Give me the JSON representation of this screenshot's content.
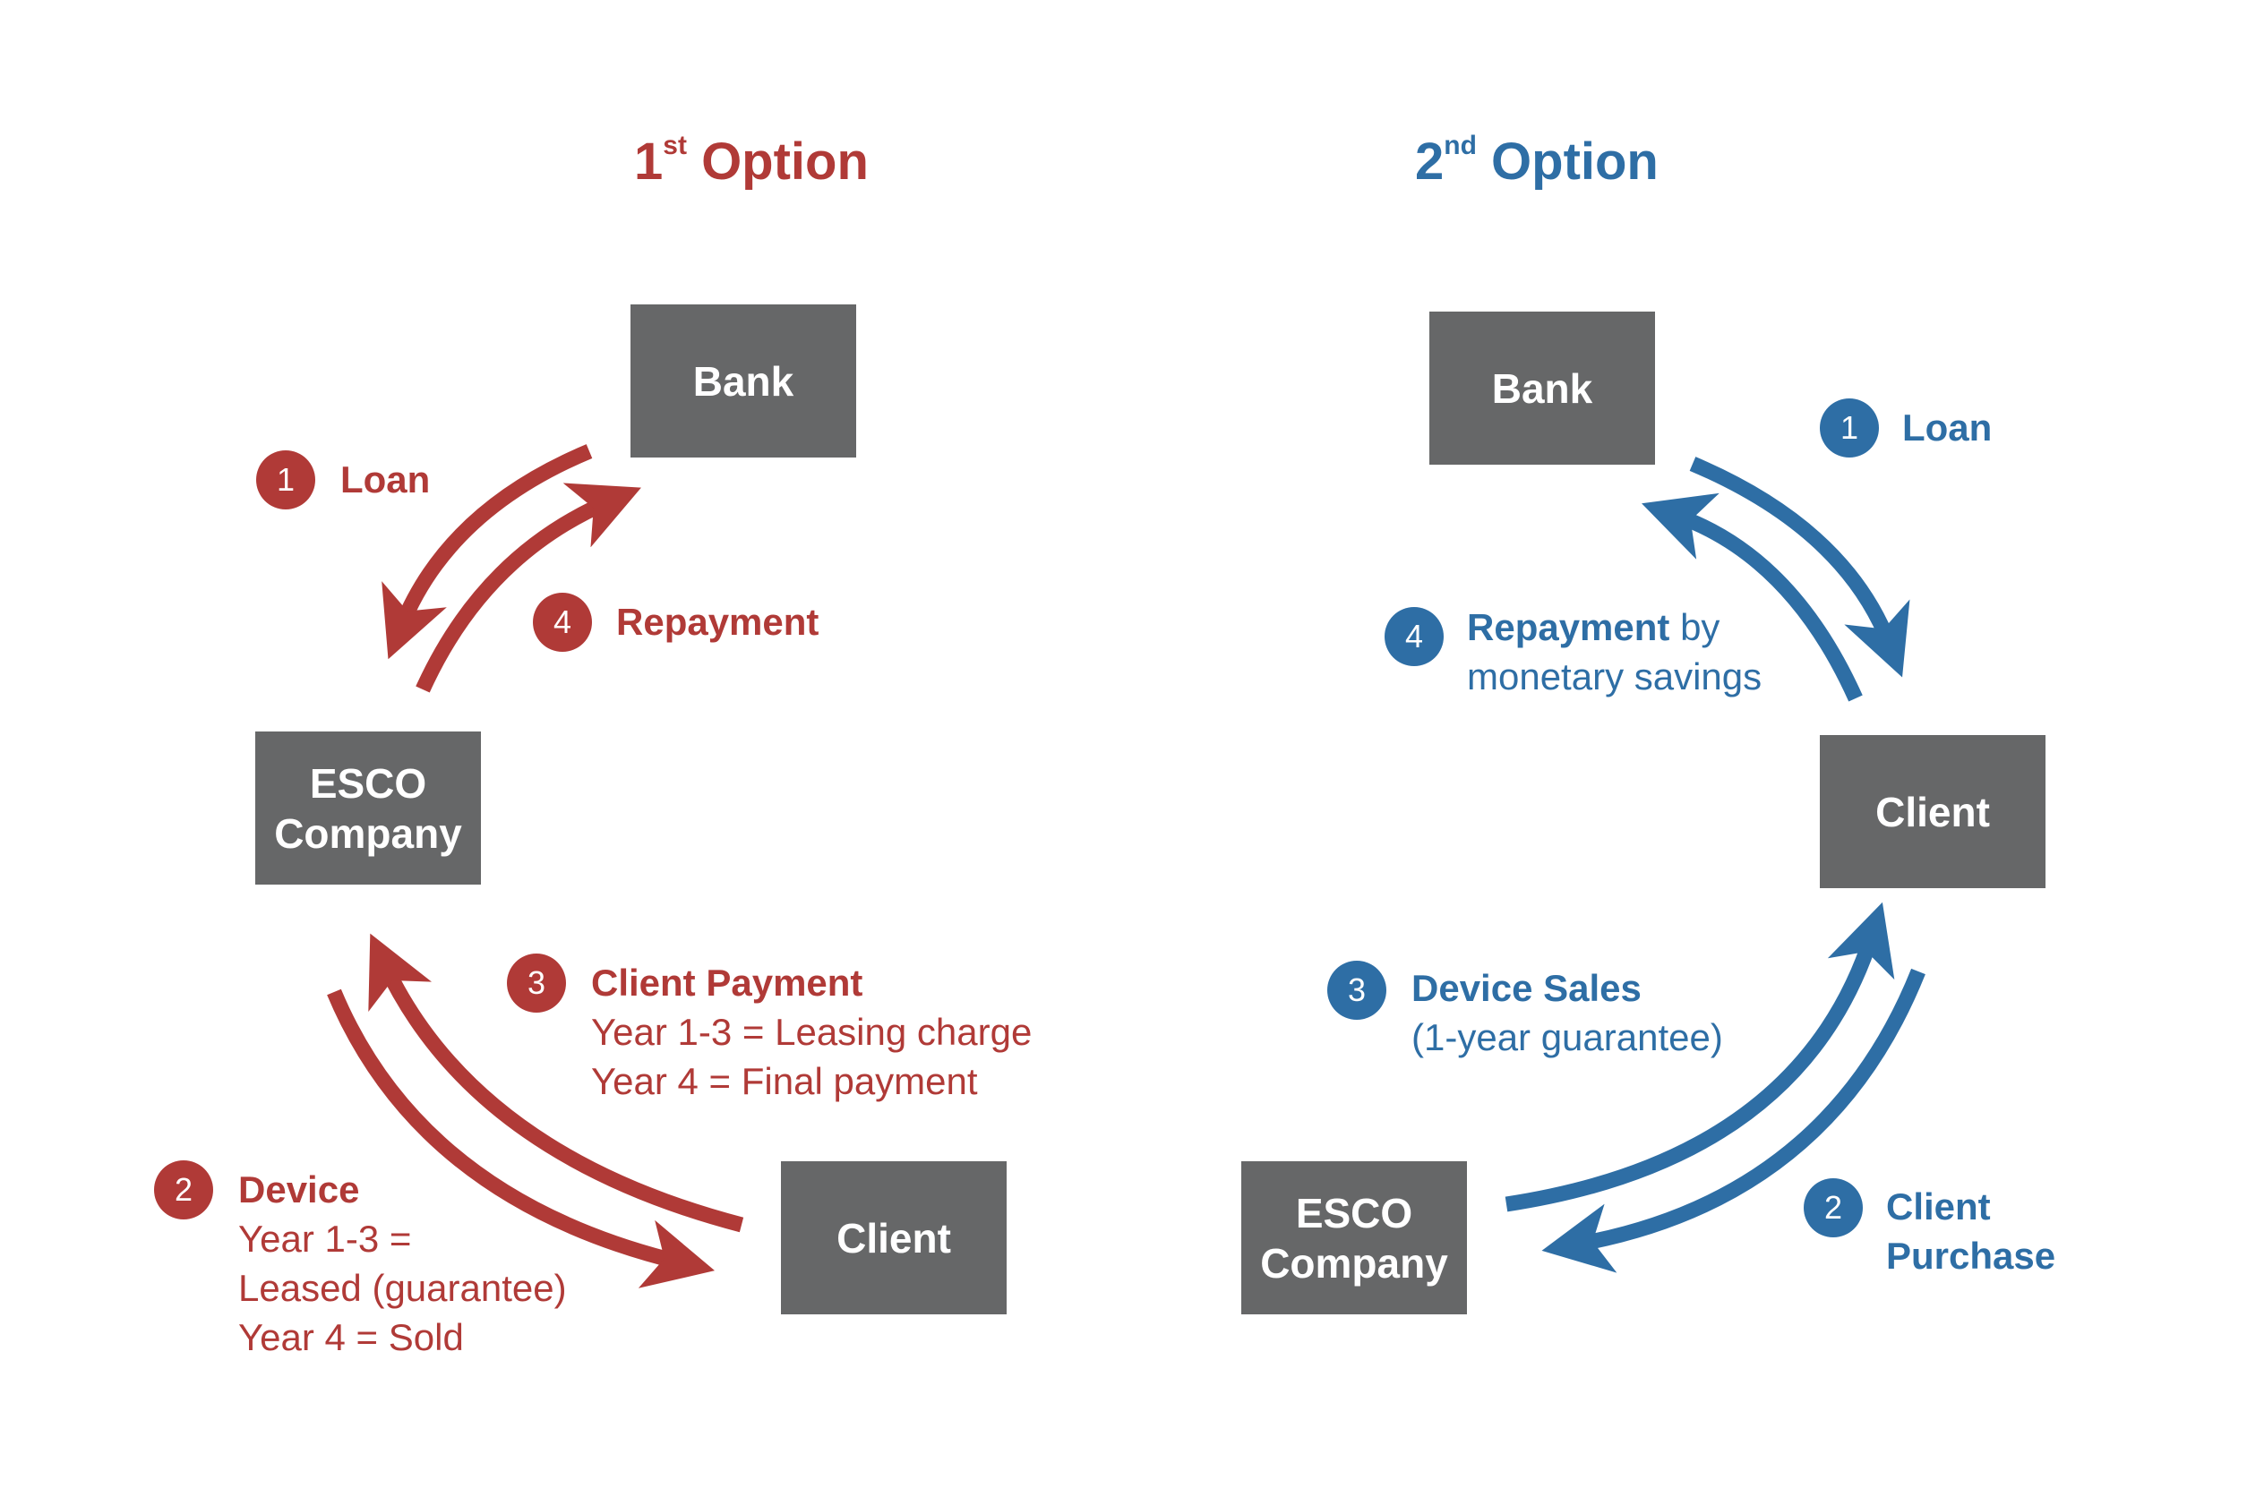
{
  "option1": {
    "title_main": "1",
    "title_sup": "st",
    "title_rest": " Option",
    "nodes": {
      "bank": "Bank",
      "esco_line1": "ESCO",
      "esco_line2": "Company",
      "client": "Client"
    },
    "steps": [
      {
        "num": "1",
        "label": "Loan"
      },
      {
        "num": "4",
        "label": "Repayment"
      },
      {
        "num": "3",
        "label": "Client Payment",
        "lines": [
          "Year 1-3 = Leasing charge",
          "Year 4 = Final payment"
        ]
      },
      {
        "num": "2",
        "label": "Device",
        "lines": [
          "Year 1-3 =",
          "Leased (guarantee)",
          "Year 4 = Sold"
        ]
      }
    ]
  },
  "option2": {
    "title_main": "2",
    "title_sup": "nd",
    "title_rest": " Option",
    "nodes": {
      "bank": "Bank",
      "client": "Client",
      "esco_line1": "ESCO",
      "esco_line2": "Company"
    },
    "steps": [
      {
        "num": "1",
        "label": "Loan"
      },
      {
        "num": "4",
        "label": "Repayment",
        "label_suffix": " by",
        "lines": [
          "monetary savings"
        ]
      },
      {
        "num": "3",
        "label": "Device Sales",
        "lines": [
          "(1-year guarantee)"
        ]
      },
      {
        "num": "2",
        "label": "Client",
        "lines": [
          "Purchase"
        ]
      }
    ]
  },
  "colors": {
    "option1": "#b03a37",
    "option2": "#2e6ea5",
    "node": "#666768"
  }
}
